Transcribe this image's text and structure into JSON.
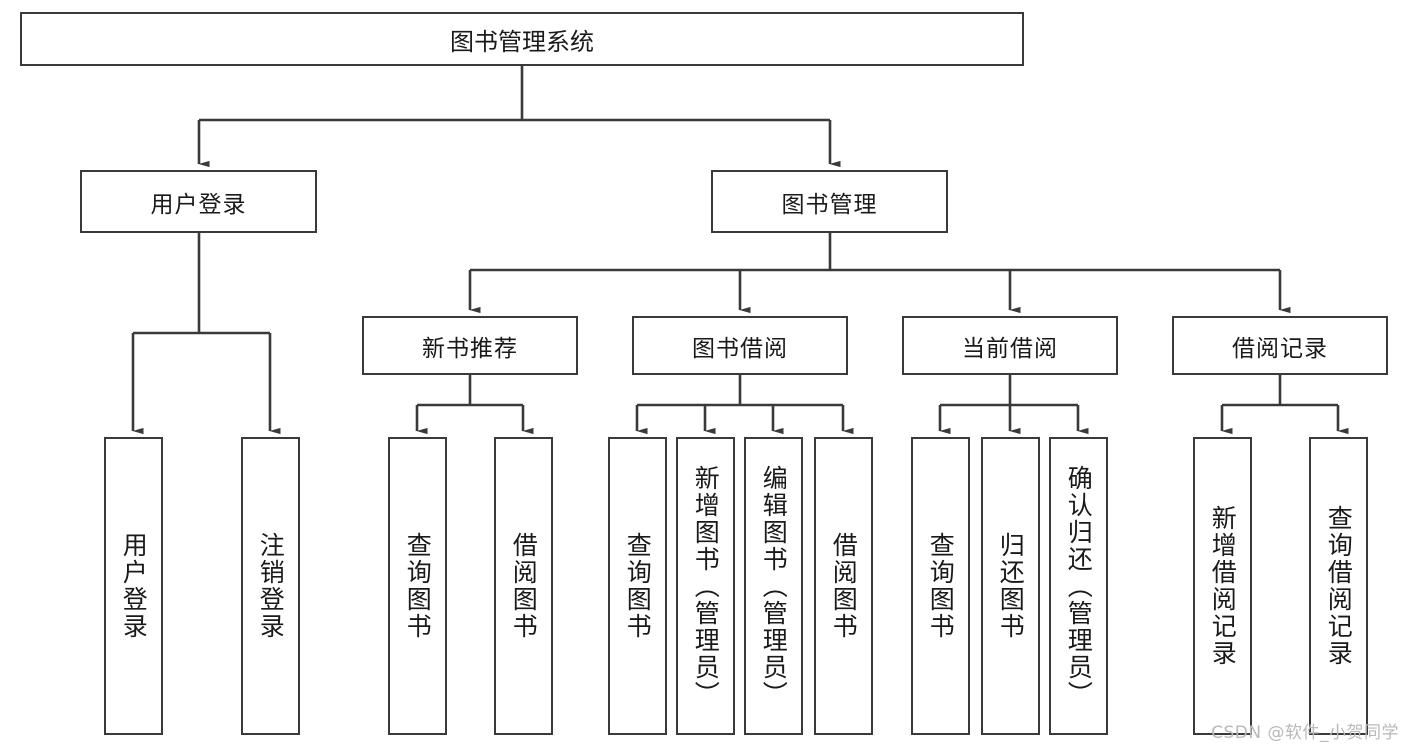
{
  "diagram": {
    "title": "图书管理系统",
    "type": "tree-hierarchy-chart",
    "root": {
      "label": "图书管理系统"
    },
    "level1": [
      {
        "label": "用户登录"
      },
      {
        "label": "图书管理"
      }
    ],
    "level2": [
      {
        "label": "新书推荐"
      },
      {
        "label": "图书借阅"
      },
      {
        "label": "当前借阅"
      },
      {
        "label": "借阅记录"
      }
    ],
    "leaves": {
      "user_login": [
        {
          "label": "用户登录"
        },
        {
          "label": "注销登录"
        }
      ],
      "new_book_recommend": [
        {
          "label": "查询图书"
        },
        {
          "label": "借阅图书"
        }
      ],
      "book_borrow": [
        {
          "label": "查询图书"
        },
        {
          "label": "新增图书（管理员）"
        },
        {
          "label": "编辑图书（管理员）"
        },
        {
          "label": "借阅图书"
        }
      ],
      "current_borrow": [
        {
          "label": "查询图书"
        },
        {
          "label": "归还图书"
        },
        {
          "label": "确认归还（管理员）"
        }
      ],
      "borrow_record": [
        {
          "label": "新增借阅记录"
        },
        {
          "label": "查询借阅记录"
        }
      ]
    }
  },
  "watermark": {
    "text": "CSDN @软件_小贺同学"
  },
  "colors": {
    "stroke": "#3a3a3a",
    "fill": "#ffffff",
    "text": "#1a1a1a",
    "watermark": "#b9b9b9"
  }
}
